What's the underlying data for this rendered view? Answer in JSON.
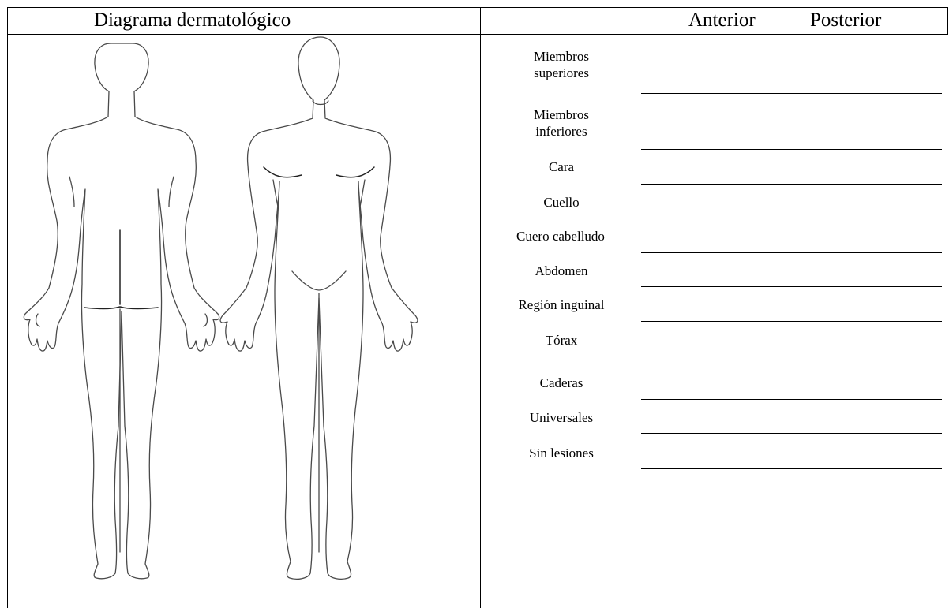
{
  "header": {
    "title": "Diagrama dermatológico",
    "column_anterior": "Anterior",
    "column_posterior": "Posterior"
  },
  "regions": [
    {
      "label_line1": "Miembros",
      "label_line2": "superiores"
    },
    {
      "label_line1": "Miembros",
      "label_line2": "inferiores"
    },
    {
      "label_line1": "Cara"
    },
    {
      "label_line1": "Cuello"
    },
    {
      "label_line1": "Cuero cabelludo"
    },
    {
      "label_line1": "Abdomen"
    },
    {
      "label_line1": "Región inguinal"
    },
    {
      "label_line1": "Tórax"
    },
    {
      "label_line1": "Caderas"
    },
    {
      "label_line1": "Universales"
    },
    {
      "label_line1": "Sin lesiones"
    }
  ],
  "figures": {
    "back_view_icon": "human-body-back-outline",
    "front_view_icon": "human-body-front-outline"
  }
}
